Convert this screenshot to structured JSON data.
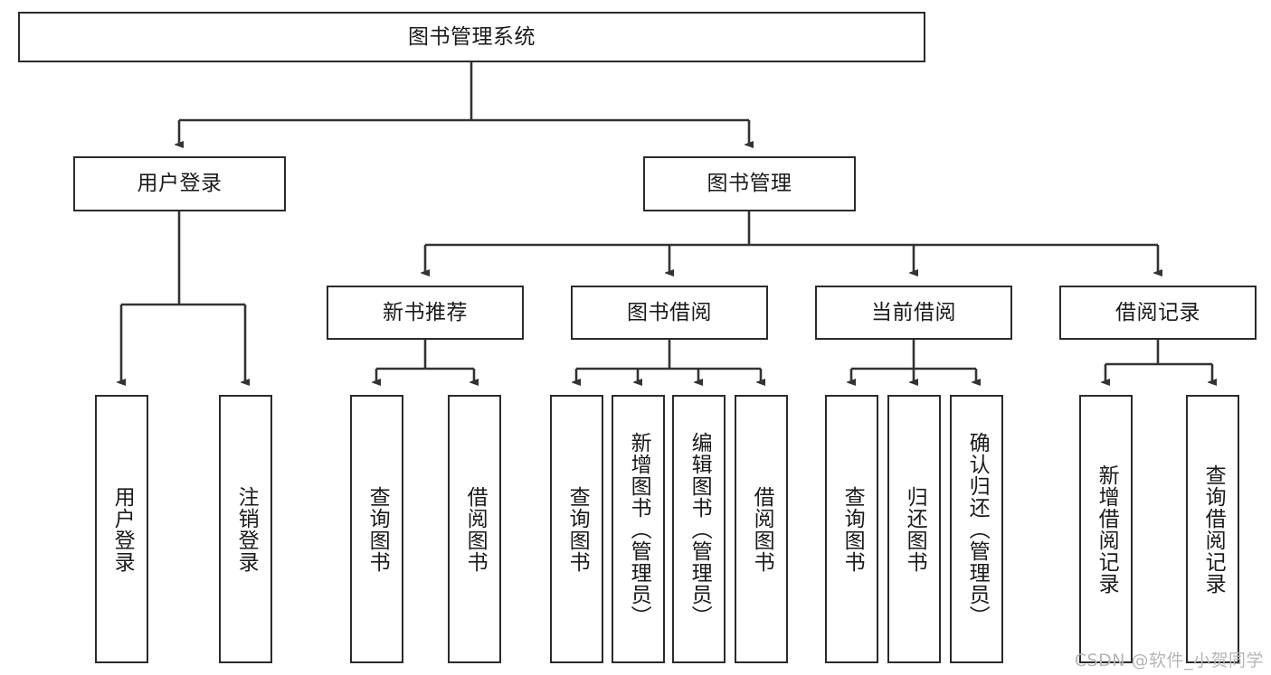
{
  "diagram": {
    "type": "tree-hierarchy-chart",
    "title": "图书管理系统",
    "colors": {
      "box_border": "#2b2b2b",
      "box_fill": "#ffffff",
      "connector": "#333333",
      "text": "#1a1a1a",
      "watermark": "#b6b6b6",
      "background": "#ffffff"
    },
    "root": {
      "label": "图书管理系统"
    },
    "level2": [
      {
        "label": "用户登录"
      },
      {
        "label": "图书管理"
      }
    ],
    "level3": [
      {
        "label": "新书推荐"
      },
      {
        "label": "图书借阅"
      },
      {
        "label": "当前借阅"
      },
      {
        "label": "借阅记录"
      }
    ],
    "leaves_user_login": [
      {
        "label": "用户登录"
      },
      {
        "label": "注销登录"
      }
    ],
    "leaves_new_book": [
      {
        "label": "查询图书"
      },
      {
        "label": "借阅图书"
      }
    ],
    "leaves_book_borrow": [
      {
        "label": "查询图书"
      },
      {
        "label": "新增图书（管理员）"
      },
      {
        "label": "编辑图书（管理员）"
      },
      {
        "label": "借阅图书"
      }
    ],
    "leaves_current_borrow": [
      {
        "label": "查询图书"
      },
      {
        "label": "归还图书"
      },
      {
        "label": "确认归还（管理员）"
      }
    ],
    "leaves_borrow_record": [
      {
        "label": "新增借阅记录"
      },
      {
        "label": "查询借阅记录"
      }
    ],
    "watermark": "CSDN @软件_小贺同学"
  }
}
